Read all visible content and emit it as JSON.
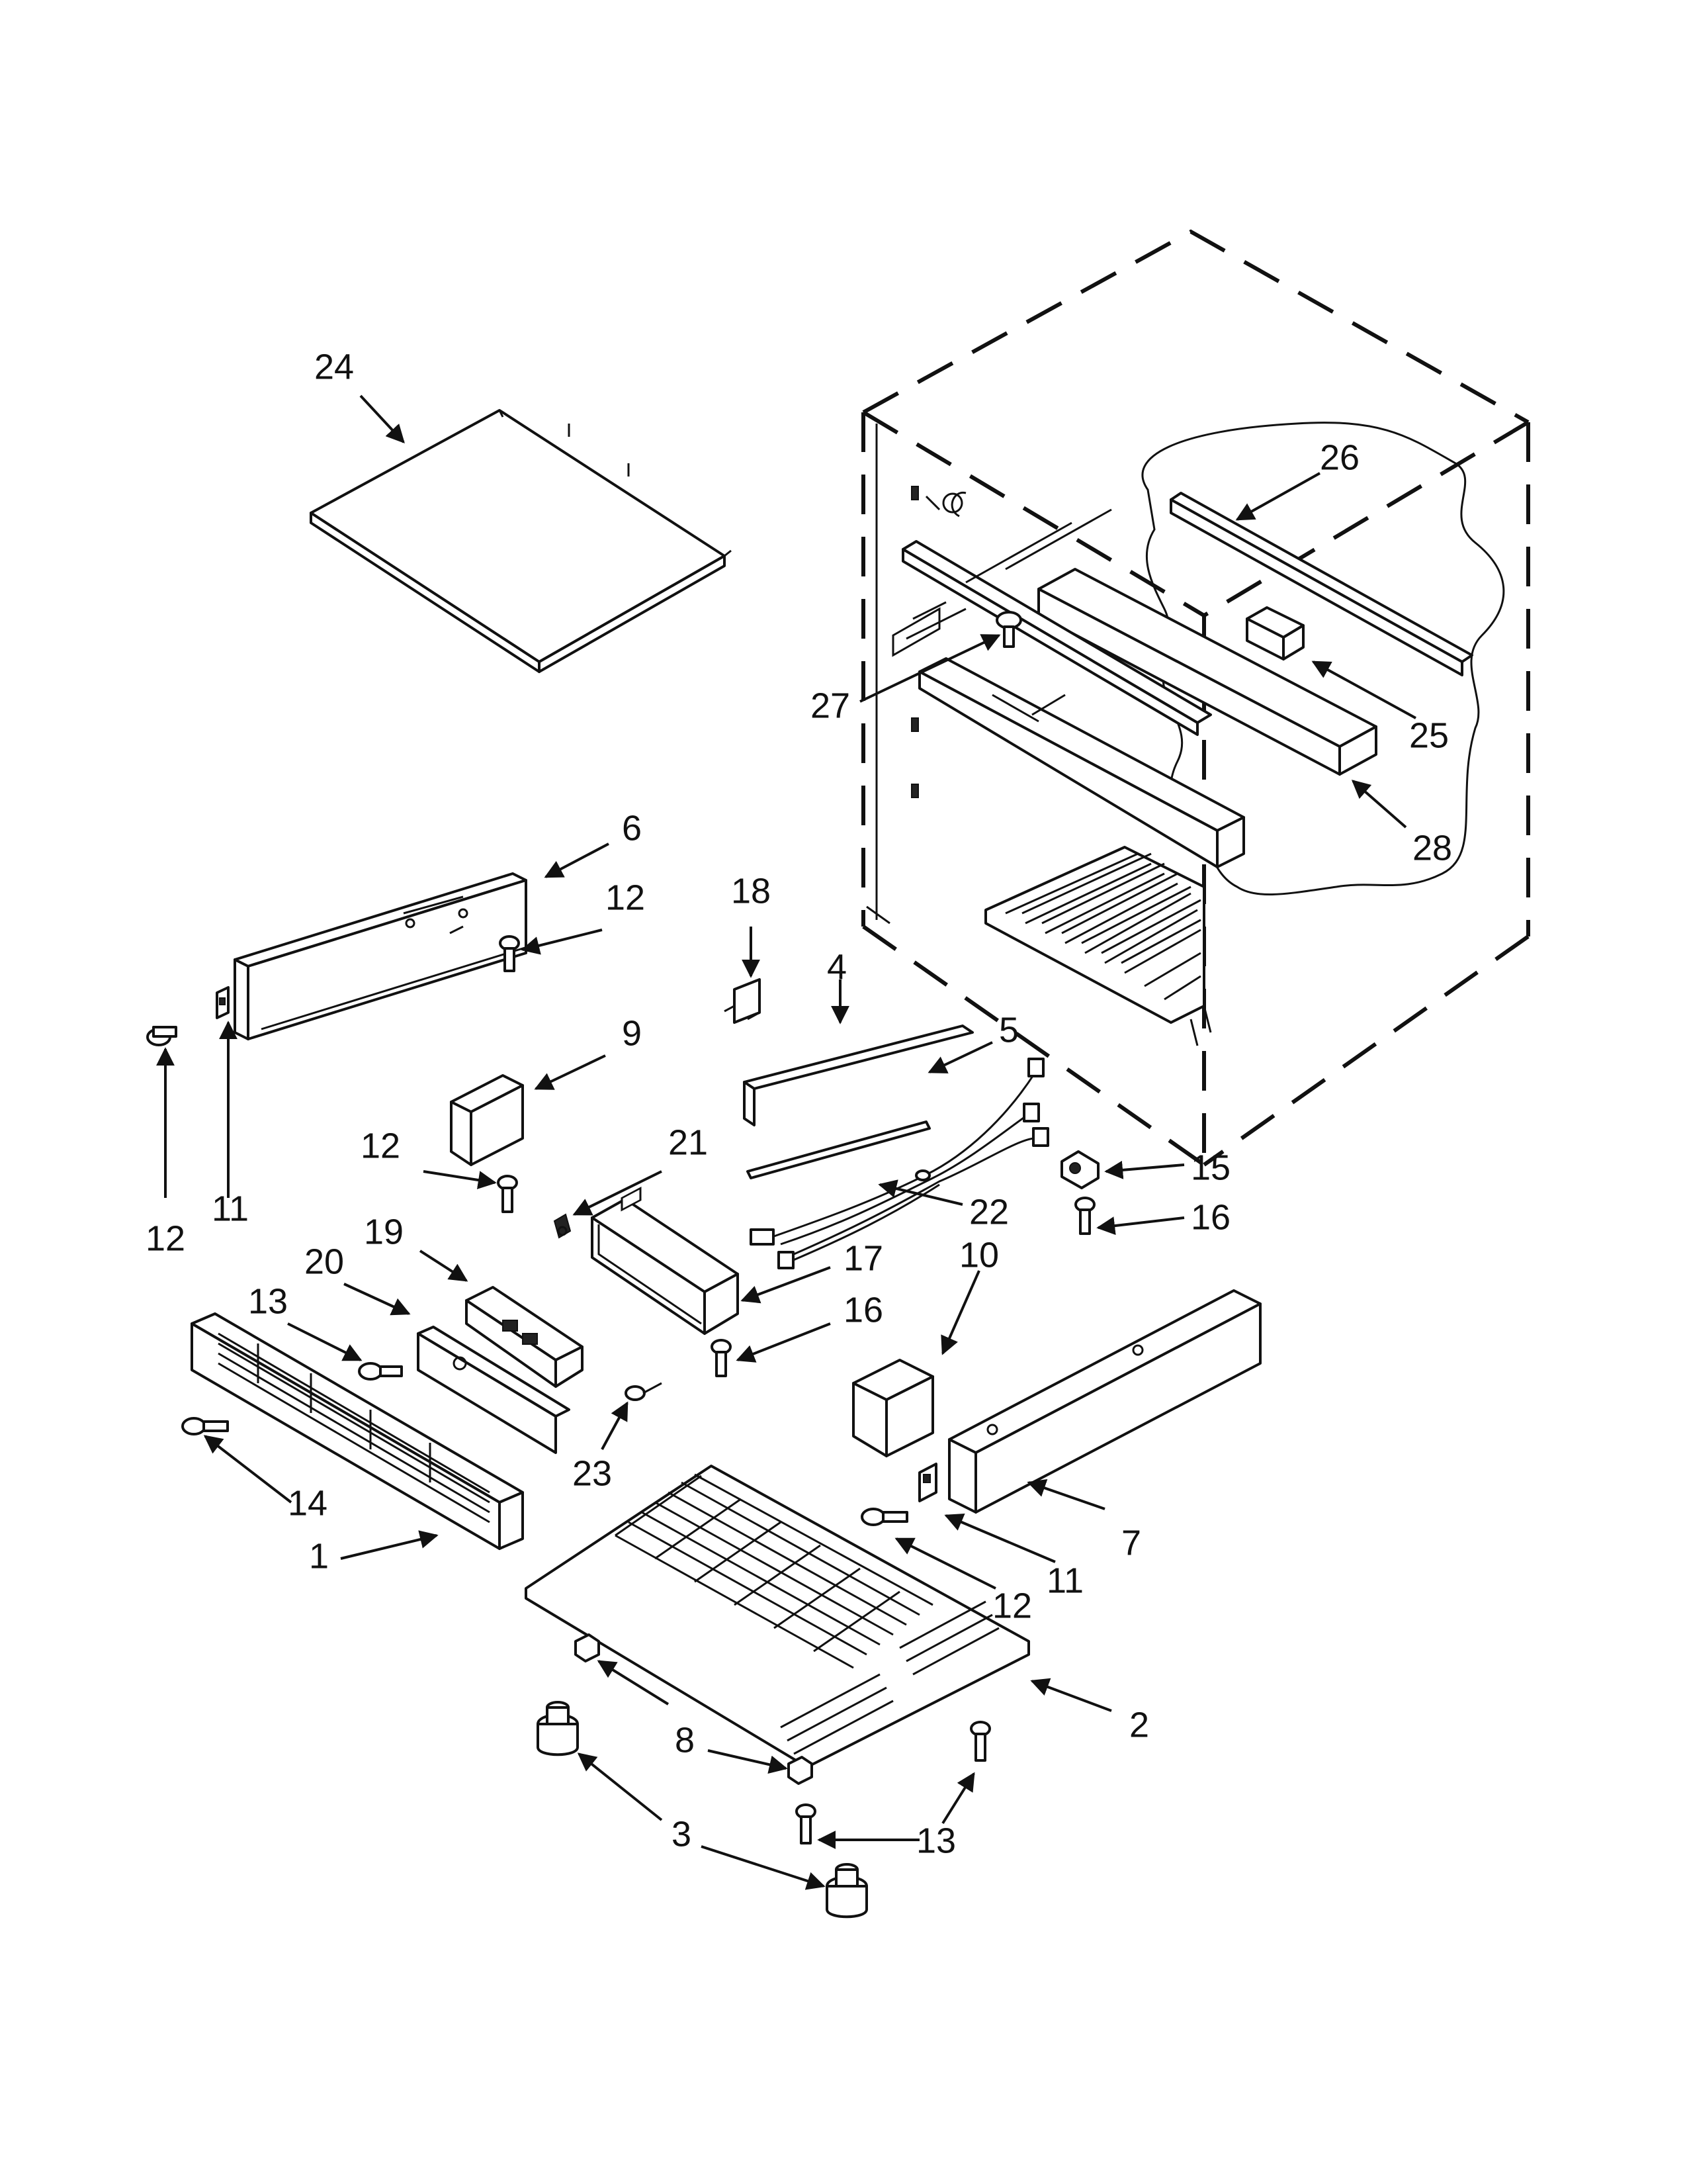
{
  "colors": {
    "line": "#111111",
    "background": "#ffffff"
  },
  "callouts": [
    {
      "id": "c24",
      "label": "24"
    },
    {
      "id": "c26",
      "label": "26"
    },
    {
      "id": "c27",
      "label": "27"
    },
    {
      "id": "c25",
      "label": "25"
    },
    {
      "id": "c28",
      "label": "28"
    },
    {
      "id": "c6",
      "label": "6"
    },
    {
      "id": "c12a",
      "label": "12"
    },
    {
      "id": "c18",
      "label": "18"
    },
    {
      "id": "c4",
      "label": "4"
    },
    {
      "id": "c5",
      "label": "5"
    },
    {
      "id": "c9",
      "label": "9"
    },
    {
      "id": "c12b",
      "label": "12"
    },
    {
      "id": "c11a",
      "label": "11"
    },
    {
      "id": "c12c",
      "label": "12"
    },
    {
      "id": "c21",
      "label": "21"
    },
    {
      "id": "c22",
      "label": "22"
    },
    {
      "id": "c15",
      "label": "15"
    },
    {
      "id": "c16a",
      "label": "16"
    },
    {
      "id": "c19",
      "label": "19"
    },
    {
      "id": "c20",
      "label": "20"
    },
    {
      "id": "c13a",
      "label": "13"
    },
    {
      "id": "c17",
      "label": "17"
    },
    {
      "id": "c10",
      "label": "10"
    },
    {
      "id": "c16b",
      "label": "16"
    },
    {
      "id": "c23",
      "label": "23"
    },
    {
      "id": "c14",
      "label": "14"
    },
    {
      "id": "c1",
      "label": "1"
    },
    {
      "id": "c7",
      "label": "7"
    },
    {
      "id": "c11b",
      "label": "11"
    },
    {
      "id": "c12d",
      "label": "12"
    },
    {
      "id": "c2",
      "label": "2"
    },
    {
      "id": "c8",
      "label": "8"
    },
    {
      "id": "c3",
      "label": "3"
    },
    {
      "id": "c13b",
      "label": "13"
    }
  ]
}
